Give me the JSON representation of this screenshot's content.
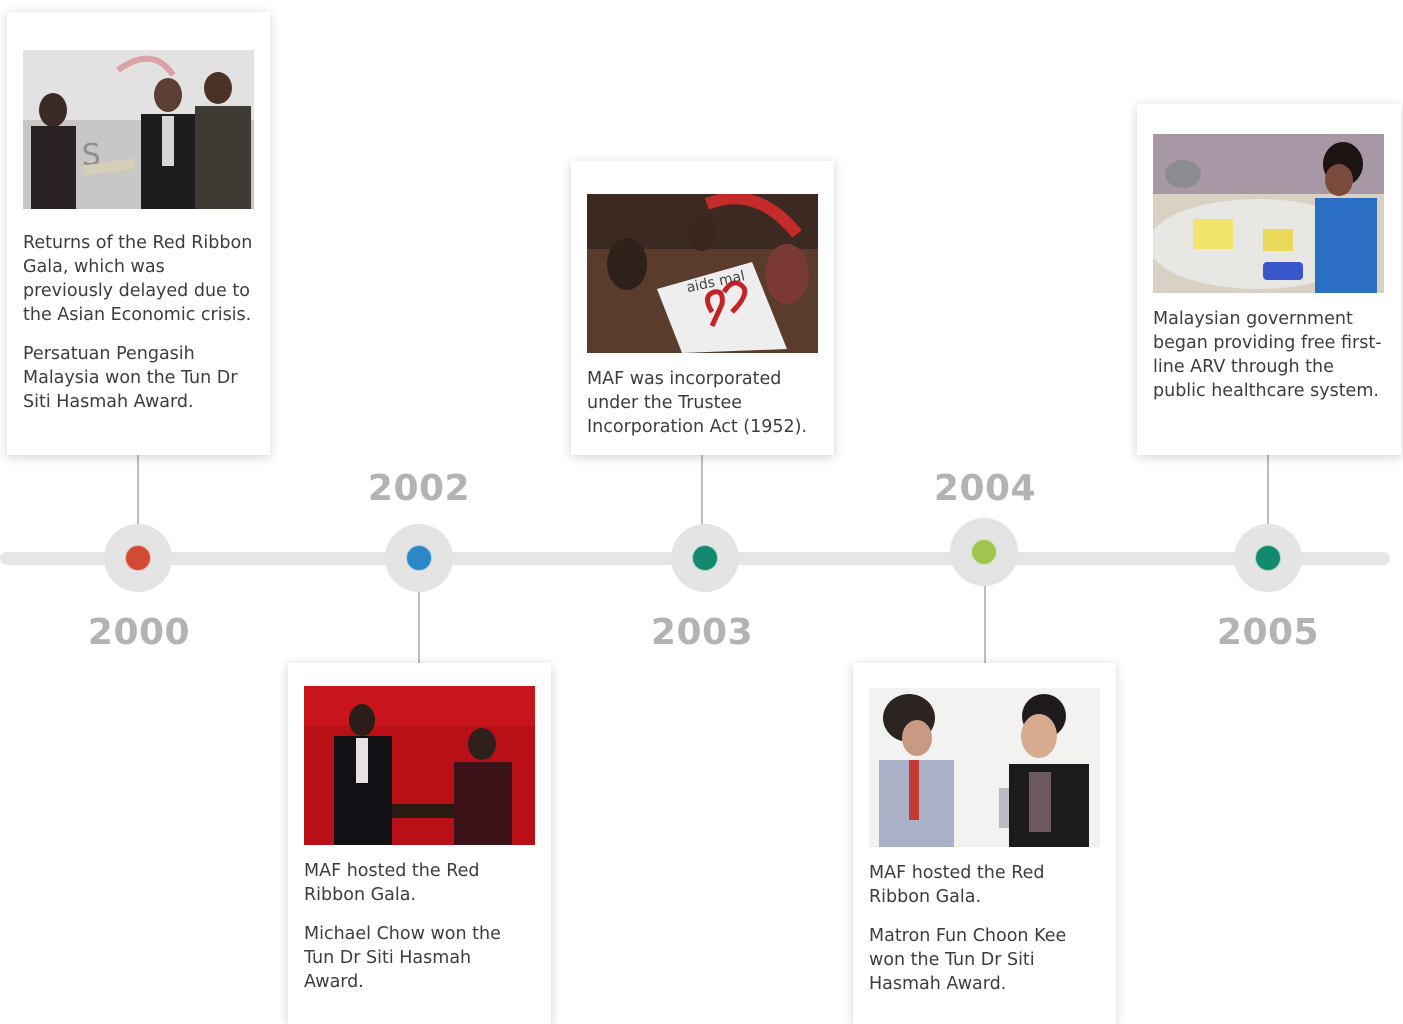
{
  "colors": {
    "axis": "#e6e6e6",
    "year_text": "#b3b3b3",
    "dot_2000": "#d24a34",
    "dot_2002": "#2b87c6",
    "dot_2003": "#138a6e",
    "dot_2004": "#9fc54f",
    "dot_2005": "#138a6e"
  },
  "timeline": [
    {
      "year": "2000",
      "photo_icon": "award-ceremony-photo",
      "paragraphs": [
        "Returns of the Red Ribbon Gala, which was previously delayed due to the Asian Economic crisis.",
        "Persatuan Pengasih Malaysia won the Tun Dr Siti Hasmah Award."
      ]
    },
    {
      "year": "2002",
      "photo_icon": "award-ceremony-photo",
      "paragraphs": [
        "MAF hosted the Red Ribbon Gala.",
        "Michael Chow won the Tun Dr Siti Hasmah Award."
      ]
    },
    {
      "year": "2003",
      "photo_icon": "aids-poster-photo",
      "paragraphs": [
        "MAF was incorporated under the Trustee Incorporation Act (1952)."
      ]
    },
    {
      "year": "2004",
      "photo_icon": "award-ceremony-photo",
      "paragraphs": [
        "MAF hosted the Red Ribbon Gala.",
        "Matron Fun Choon Kee won  the Tun Dr Siti Hasmah Award."
      ]
    },
    {
      "year": "2005",
      "photo_icon": "healthcare-worker-photo",
      "paragraphs": [
        "Malaysian government began providing free first-line ARV through the public healthcare system."
      ]
    }
  ]
}
